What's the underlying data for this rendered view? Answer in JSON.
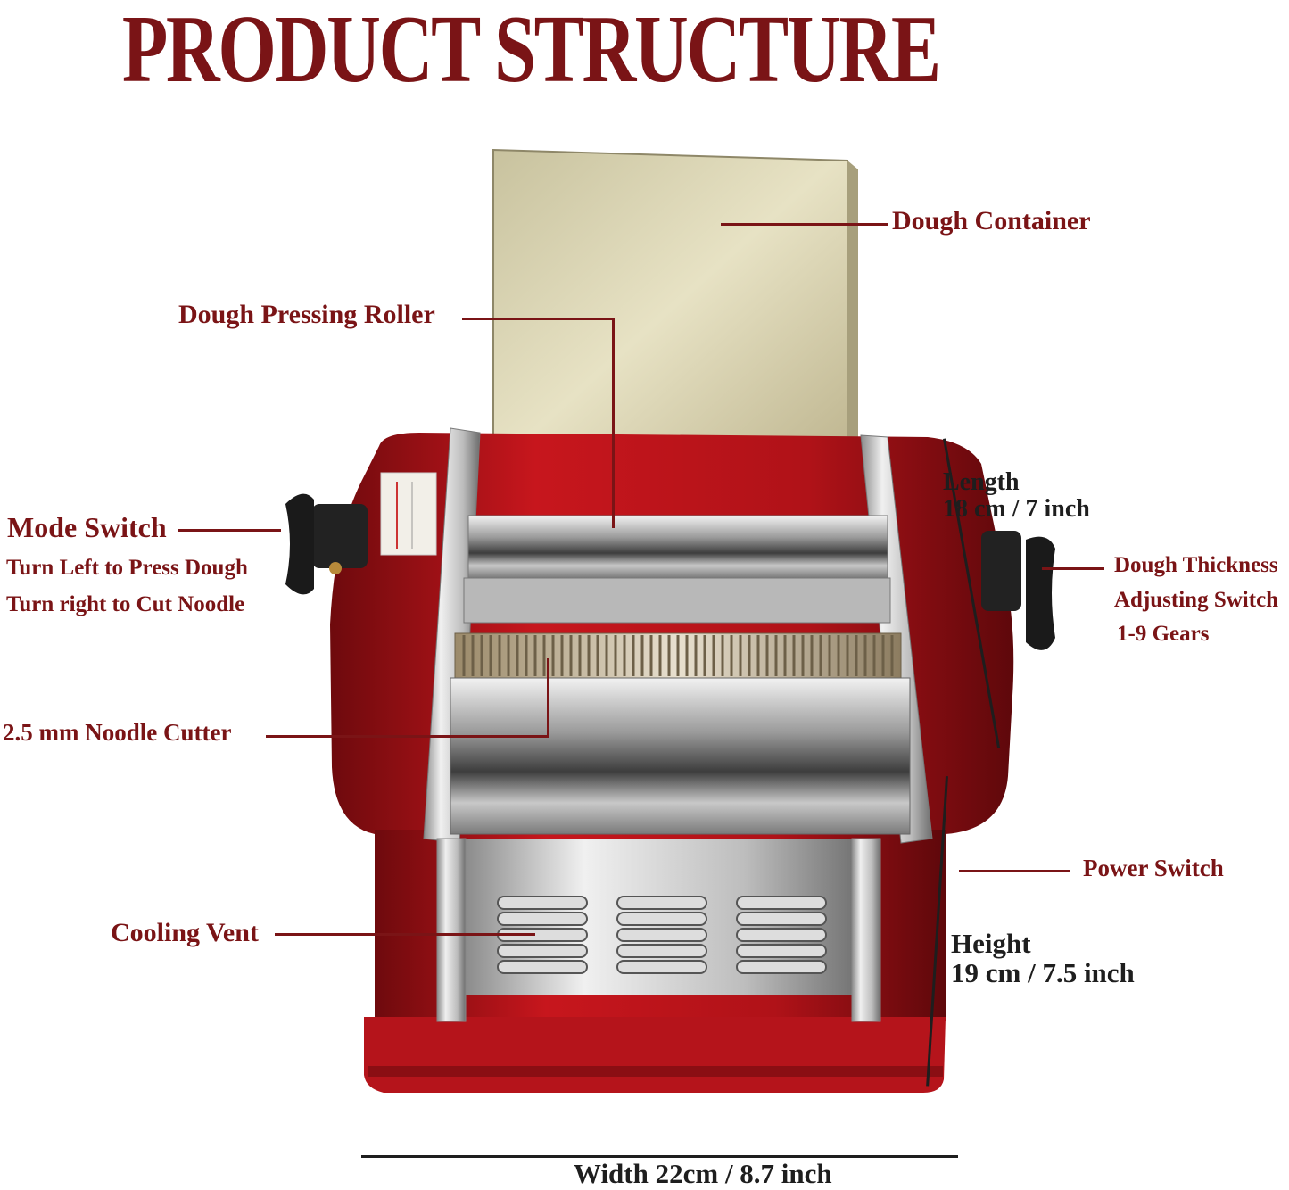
{
  "title": "PRODUCT STRUCTURE",
  "labels": {
    "dough_container": "Dough Container",
    "dough_pressing_roller": "Dough Pressing Roller",
    "mode_switch": "Mode Switch",
    "mode_left": "Turn Left to Press Dough",
    "mode_right": "Turn right to Cut Noodle",
    "noodle_cutter": "2.5 mm Noodle Cutter",
    "cooling_vent": "Cooling Vent",
    "thickness_1": "Dough Thickness",
    "thickness_2": "Adjusting Switch",
    "thickness_3": "1-9 Gears",
    "power_switch": "Power Switch",
    "length_title": "Length",
    "length_value": "18 cm / 7 inch",
    "height_title": "Height",
    "height_value": "19 cm / 7.5 inch",
    "width": "Width 22cm / 8.7 inch"
  },
  "colors": {
    "label": "#7a1416",
    "dimension": "#1e1e1e",
    "body_red": "#b5141b",
    "steel": "#c9c9c9"
  }
}
